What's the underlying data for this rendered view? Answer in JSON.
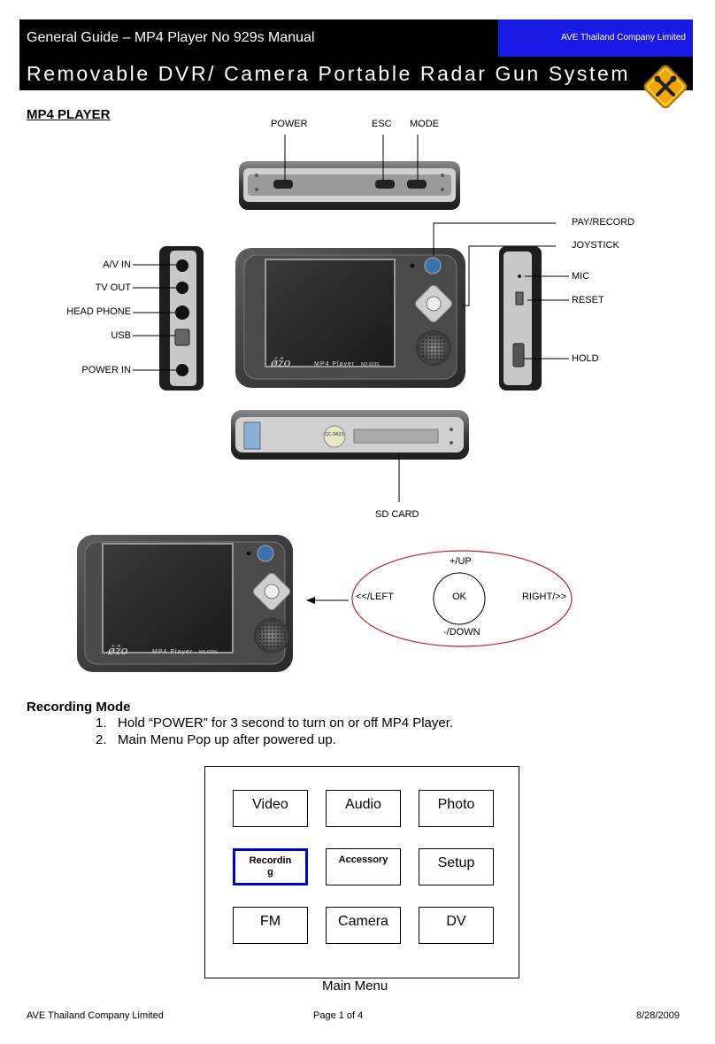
{
  "header": {
    "guide_title": "General Guide – MP4 Player No 929s Manual",
    "company_tag": "AVE Thailand Company Limited",
    "system_title": "Removable DVR/ Camera Portable Radar Gun System",
    "colors": {
      "bar": "#000000",
      "tag": "#1a1ae6",
      "badge": "#f0a800"
    },
    "badge_icon": "tools-warning-icon"
  },
  "section_title": "MP4 PLAYER",
  "top_labels": {
    "power": "POWER",
    "esc": "ESC",
    "mode": "MODE"
  },
  "right_labels": {
    "pay_record": "PAY/RECORD",
    "joystick": "JOYSTICK",
    "mic": "MIC",
    "reset": "RESET",
    "hold": "HOLD"
  },
  "left_labels": {
    "av_in": "A/V IN",
    "tv_out": "TV OUT",
    "head_phone": "HEAD PHONE",
    "usb": "USB",
    "power_in": "POWER IN"
  },
  "bottom_label": "SD CARD",
  "device_brand": "MP4 Player",
  "device_model": "NO.929S",
  "qc_sticker": "QC PASS",
  "joystick_diagram": {
    "up": "+/UP",
    "down": "-/DOWN",
    "left": "<</LEFT",
    "right": "RIGHT/>>",
    "center": "OK"
  },
  "recording_mode": {
    "title": "Recording Mode",
    "steps": [
      "1.   Hold “POWER” for 3 second to turn on or off MP4 Player.",
      "2.   Main Menu Pop up after powered up."
    ]
  },
  "main_menu": {
    "caption": "Main Menu",
    "items": [
      "Video",
      "Audio",
      "Photo",
      "Recordin g",
      "Accessory",
      "Setup",
      "FM",
      "Camera",
      "DV"
    ],
    "selected": "Recordin g",
    "selected_color": "#0000cc"
  },
  "footer": {
    "company": "AVE Thailand Company Limited",
    "page": "Page 1 of 4",
    "date": "8/28/2009"
  }
}
